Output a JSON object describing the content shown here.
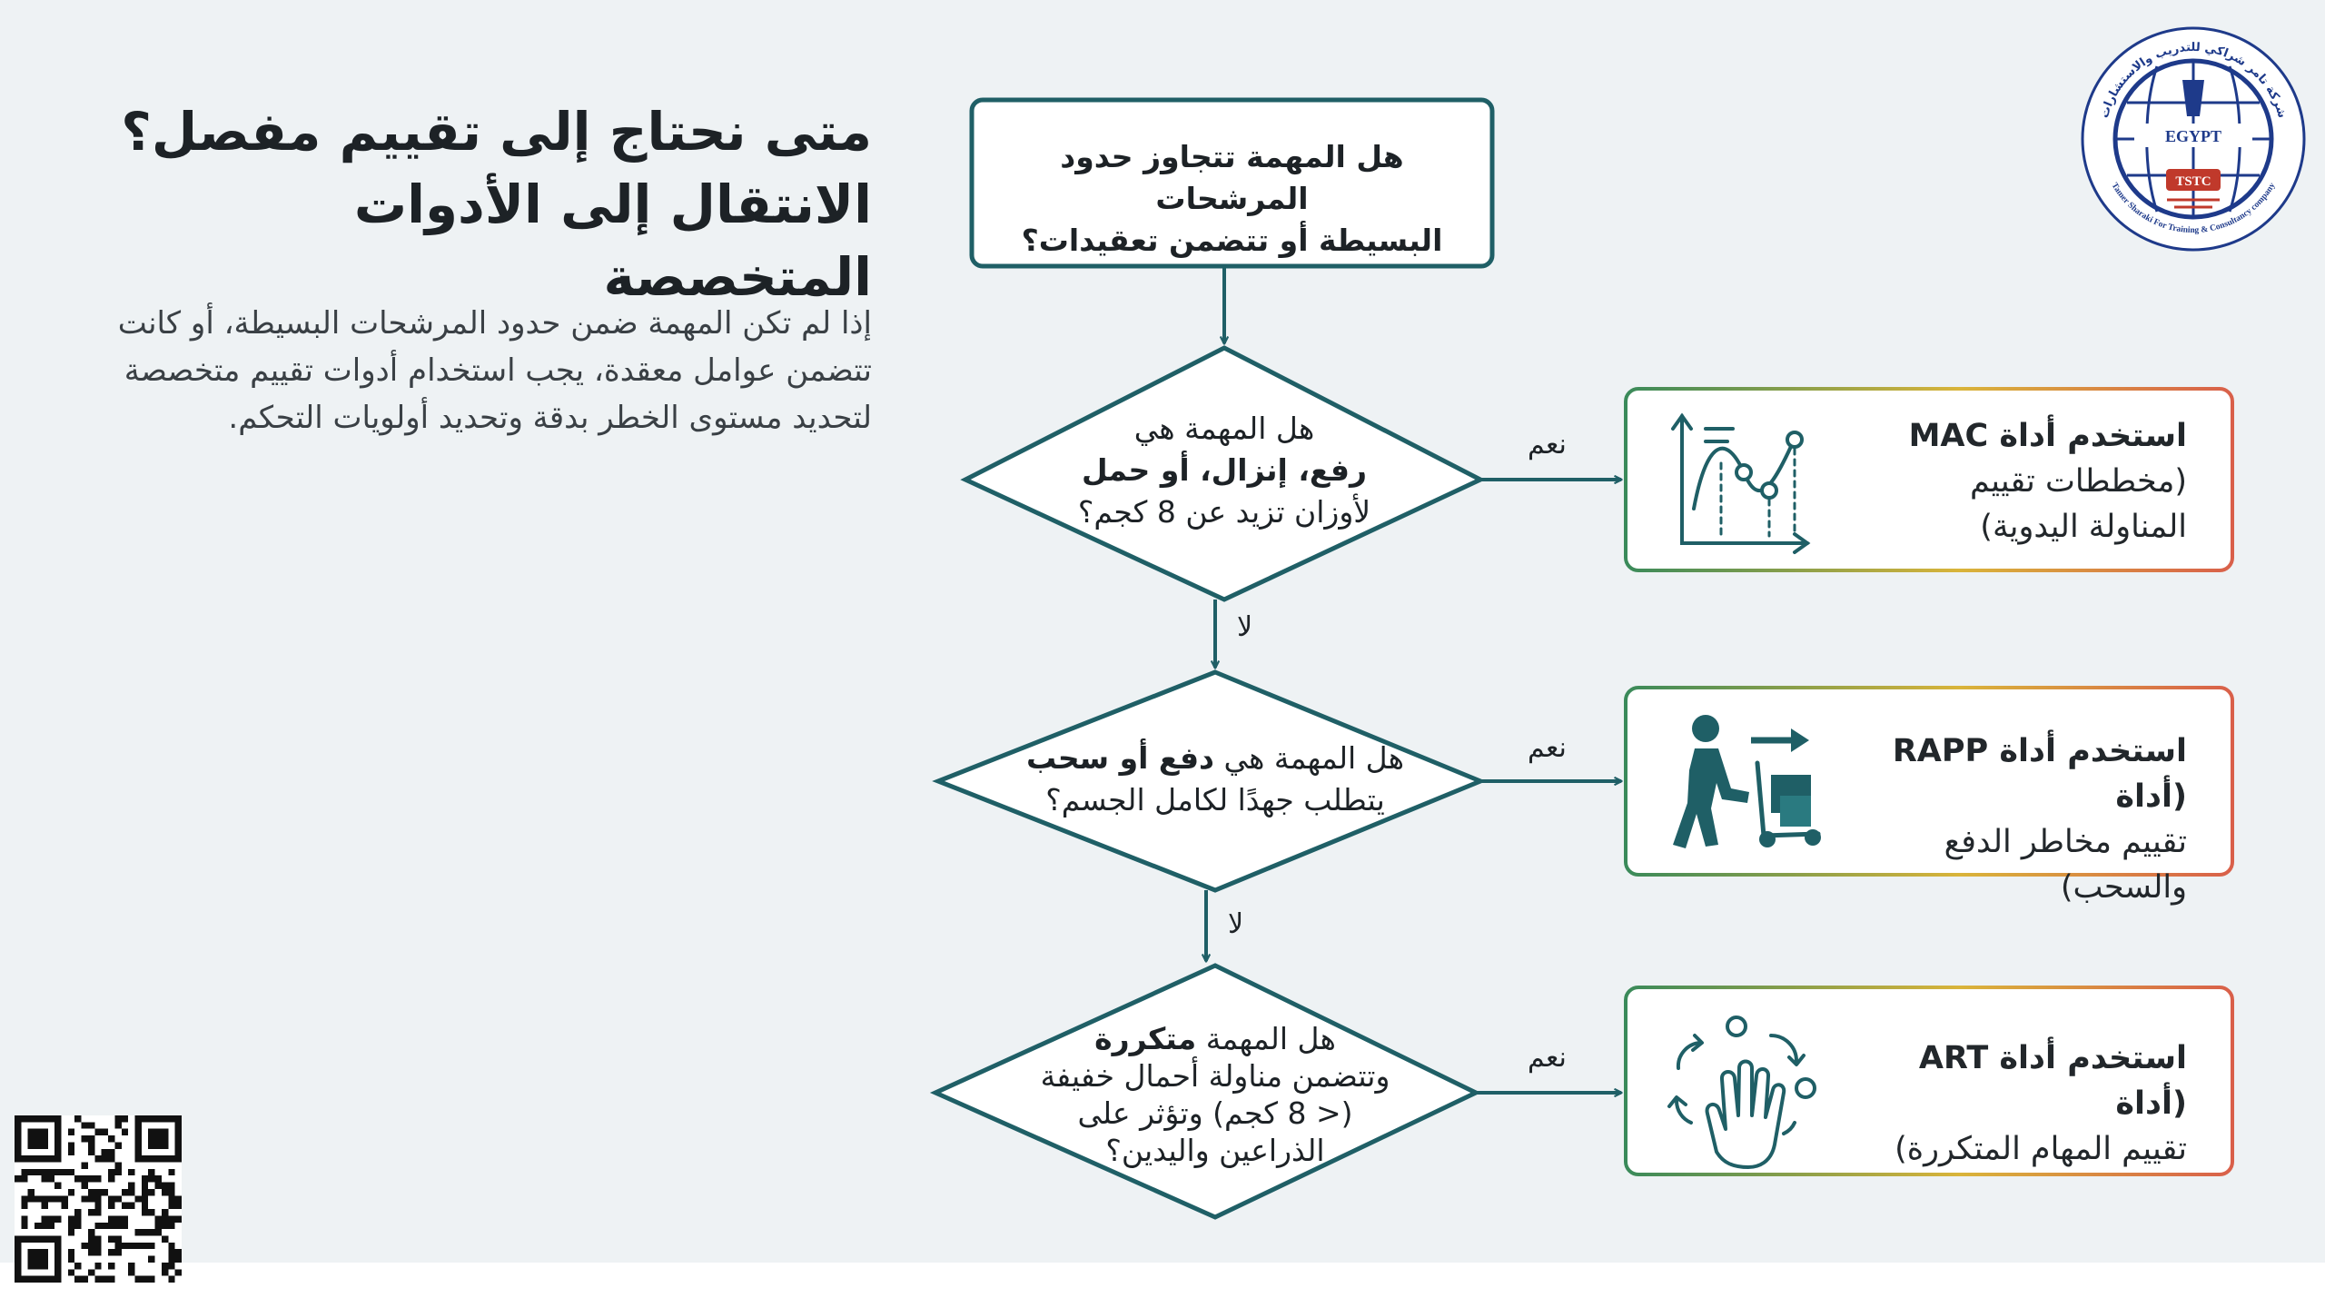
{
  "header": {
    "title_line1": "متى نحتاج إلى تقييم مفصل؟",
    "title_line2": "الانتقال إلى الأدوات المتخصصة",
    "paragraph": "إذا لم تكن المهمة ضمن حدود المرشحات البسيطة، أو كانت تتضمن عوامل معقدة، يجب استخدام أدوات تقييم متخصصة لتحديد مستوى الخطر بدقة وتحديد أولويات التحكم."
  },
  "flow": {
    "start": {
      "line1": "هل المهمة تتجاوز حدود المرشحات",
      "line2": "البسيطة أو تتضمن تعقيدات؟"
    },
    "q1": {
      "line1": "هل المهمة هي",
      "line2": "رفع، إنزال، أو حمل",
      "line3": "لأوزان تزيد عن 8 كجم؟"
    },
    "q2": {
      "line1_normal": "هل المهمة هي ",
      "line1_bold": "دفع أو سحب",
      "line2": "يتطلب جهدًا لكامل الجسم؟"
    },
    "q3": {
      "line1_normal": "هل المهمة ",
      "line1_bold": "متكررة",
      "line2": "وتتضمن مناولة أحمال خفيفة",
      "line3": "(< 8 كجم) وتؤثر على",
      "line4": "الذراعين واليدين؟"
    },
    "yes_label": "نعم",
    "no_label": "لا",
    "tools": [
      {
        "line1": "استخدم أداة MAC",
        "line2": "(مخططات تقييم",
        "line3": "المناولة اليدوية)",
        "icon": "chart-icon"
      },
      {
        "line1": "استخدم أداة RAPP (أداة",
        "line2": "تقييم مخاطر الدفع",
        "line3": "والسحب)",
        "icon": "push-cart-icon"
      },
      {
        "line1": "استخدم أداة ART (أداة",
        "line2": "تقييم المهام المتكررة)",
        "icon": "hand-cycle-icon"
      }
    ]
  },
  "logo": {
    "arc_top": "شركة تامر شراكي للتدريب والاستشارات",
    "arc_bottom": "Tamer Sharaki For Training & Consultancy company",
    "country": "EGYPT",
    "abbr": "TSTC"
  },
  "colors": {
    "node_border": "#1f5f66",
    "tool_green": "#3a8a5a",
    "tool_yellow": "#d9b43a",
    "tool_red": "#d9604a",
    "logo_blue": "#1e3a8a"
  }
}
